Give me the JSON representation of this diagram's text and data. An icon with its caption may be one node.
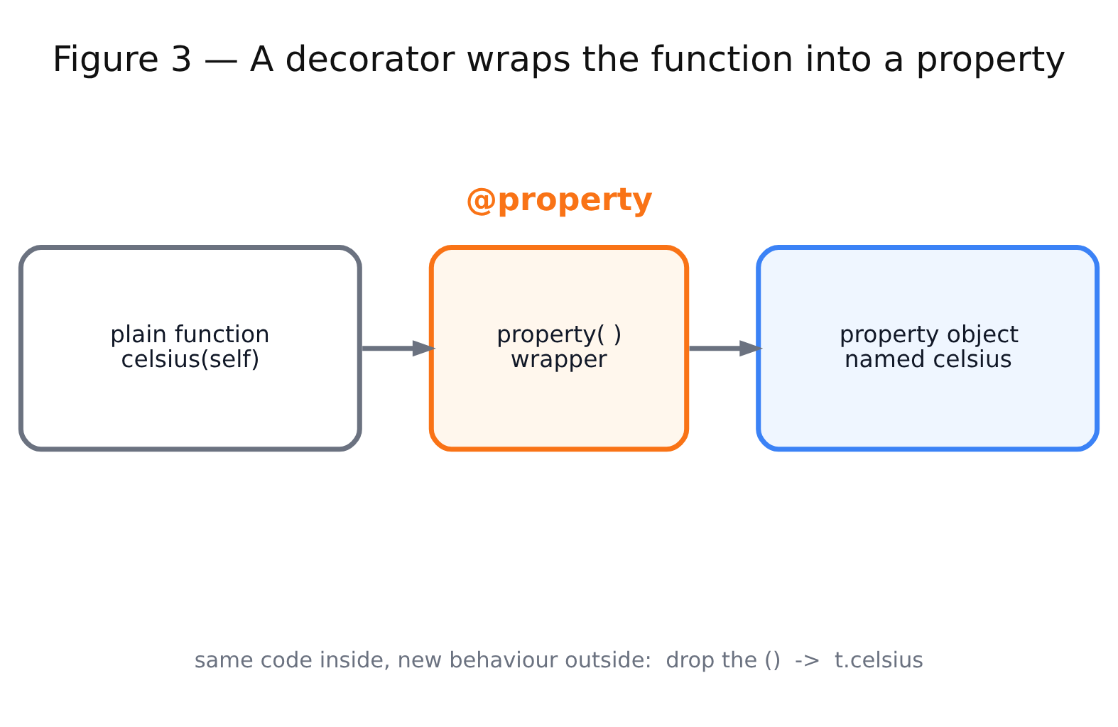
{
  "diagram": {
    "title": "Figure 3 — A decorator wraps the function into a property",
    "nodes": [
      {
        "text": [
          "plain function celsius(self)"
        ]
      },
      {
        "text": [
          "@property",
          "property( ) wrapper"
        ]
      },
      {
        "text": [
          "property object named celsius"
        ]
      }
    ],
    "edges": [
      {
        "from": 0,
        "to": 1,
        "arrow": "to"
      },
      {
        "from": 1,
        "to": 2,
        "arrow": "to"
      }
    ],
    "labels": [
      "same code inside, new behaviour outside:  drop the ()  ->  t.celsius"
    ]
  }
}
